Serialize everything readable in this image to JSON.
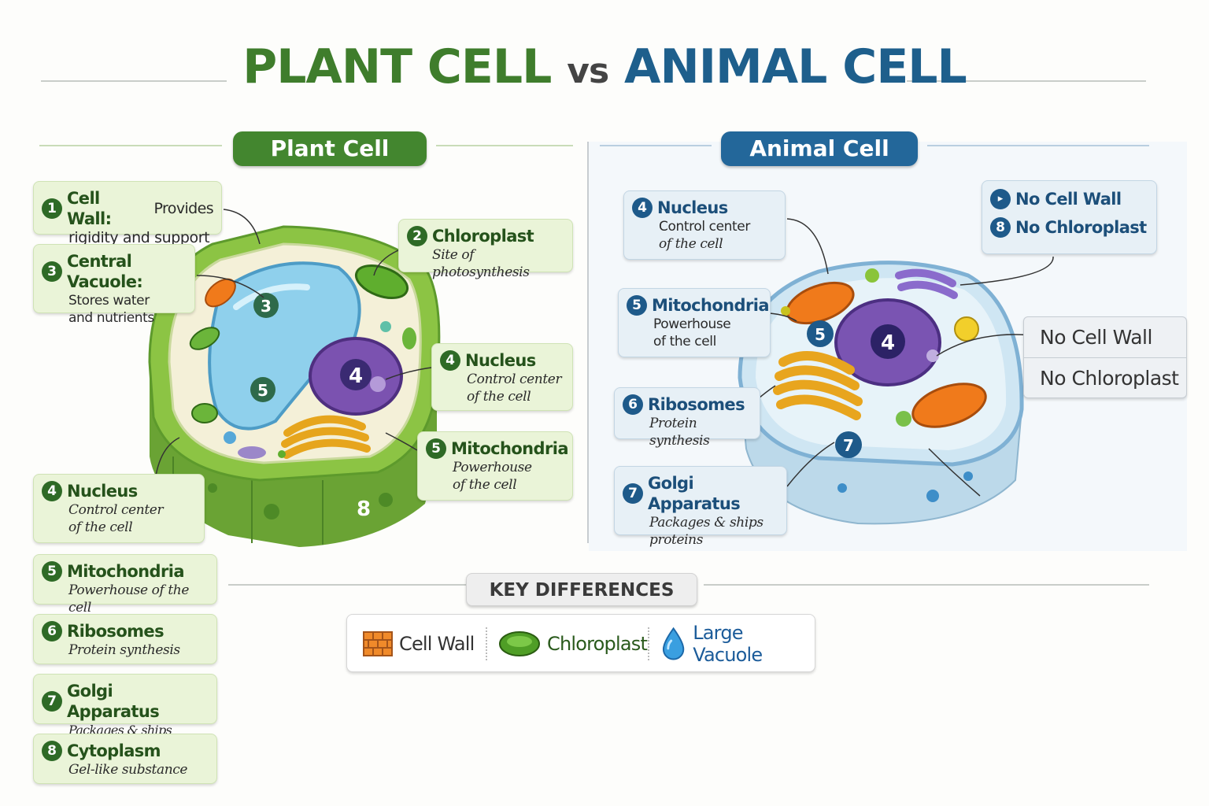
{
  "title": {
    "plant": "PLANT CELL",
    "vs": "vs",
    "animal": "ANIMAL CELL"
  },
  "plant": {
    "header": "Plant Cell",
    "labels": [
      {
        "n": "1",
        "name": "Cell Wall:",
        "desc": "Provides",
        "desc2": "rigidity and support"
      },
      {
        "n": "3",
        "name": "Central Vacuole:",
        "desc": "Stores water",
        "desc2": "and nutrients"
      },
      {
        "n": "2",
        "name": "Chloroplast",
        "desc": "Site of photosynthesis"
      },
      {
        "n": "4",
        "name": "Nucleus",
        "desc": "Control center",
        "desc2": "of the cell"
      },
      {
        "n": "5",
        "name": "Mitochondria",
        "desc": "Powerhouse",
        "desc2": "of the cell"
      },
      {
        "n": "4",
        "name": "Nucleus",
        "desc": "Control center",
        "desc2": "of the cell"
      },
      {
        "n": "5",
        "name": "Mitochondria",
        "desc": "Powerhouse of the cell"
      },
      {
        "n": "6",
        "name": "Ribosomes",
        "desc": "Protein synthesis"
      },
      {
        "n": "7",
        "name": "Golgi Apparatus",
        "desc": "Packages & ships proteins"
      },
      {
        "n": "8",
        "name": "Cytoplasm",
        "desc": "Gel-like substance"
      }
    ],
    "markers": [
      "3",
      "5",
      "4",
      "8"
    ]
  },
  "animal": {
    "header": "Animal Cell",
    "labels": [
      {
        "n": "4",
        "name": "Nucleus",
        "desc": "Control center",
        "desc2": "of the cell"
      },
      {
        "n": "5",
        "name": "Mitochondria",
        "desc": "Powerhouse",
        "desc2": "of the cell"
      },
      {
        "n": "6",
        "name": "Ribosomes",
        "desc": "Protein synthesis"
      },
      {
        "n": "7",
        "name": "Golgi Apparatus",
        "desc": "Packages & ships",
        "desc2": "proteins"
      }
    ],
    "absent": [
      {
        "n": "▸",
        "name": "No Cell Wall"
      },
      {
        "n": "8",
        "name": "No Chloroplast"
      }
    ],
    "absent_box": [
      "No Cell Wall",
      "No Chloroplast"
    ],
    "markers": [
      "4",
      "5",
      "7"
    ]
  },
  "key": {
    "title": "KEY DIFFERENCES",
    "items": [
      {
        "label": "Cell Wall",
        "icon": "brick-wall-icon",
        "color": "#333333"
      },
      {
        "label": "Chloroplast",
        "icon": "chloroplast-icon",
        "color": "#2a5a1c"
      },
      {
        "label": "Large Vacuole",
        "icon": "water-drop-icon",
        "color": "#1c5c9a"
      }
    ]
  },
  "colors": {
    "plant": "#3f7d2c",
    "animal": "#1e5f8c"
  }
}
